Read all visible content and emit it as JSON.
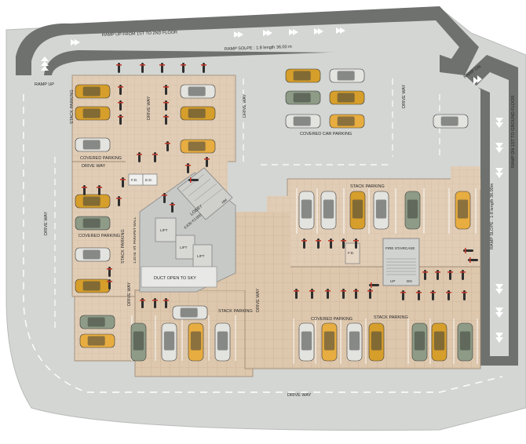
{
  "labels": {
    "ramp_up_1_2": "RAMP UP FROM 1ST TO 2ND FLOOR",
    "ramp_slope_top": "RAMP SOLPE : 1:8 length 36.00 m",
    "ramp_up_left": "RAMP UP",
    "ramp_dn": "RAMP DN",
    "ramp_dn_1_ground": "RAMP DN 1ST TO GROUND FLOOR",
    "ramp_slope_right": "RAMP SLOPE : 1:8 length 36.00m",
    "stack_parking": "STACK PARKING",
    "drive_way": "DRIVE WAY",
    "covered_parking": "COVERED PARKING",
    "covered_car_parking": "COVERED CAR PARKING",
    "fd": "F.D.",
    "ed": "E.D.",
    "lobby": "LOBBY",
    "lobby_size": "6.630 X3.000",
    "lift": "LIFT",
    "duct": "DUCT OPEN TO SKY",
    "parapet": "1.20 M. HT. PARAPET WALL",
    "fire_staircase": "FIRE STAIRCASE",
    "up": "UP",
    "dn": "DN",
    "hm": "HM"
  },
  "colors": {
    "road": "#d3d6d3",
    "outer_wall": "#6e716e",
    "floor_tile": "#e1cdb6",
    "floor_grid": "#cdb59a",
    "lane_marking": "#ffffff",
    "car_body": [
      "#d69e2b",
      "#e3e3df",
      "#8e9b86",
      "#e8ad40"
    ]
  }
}
